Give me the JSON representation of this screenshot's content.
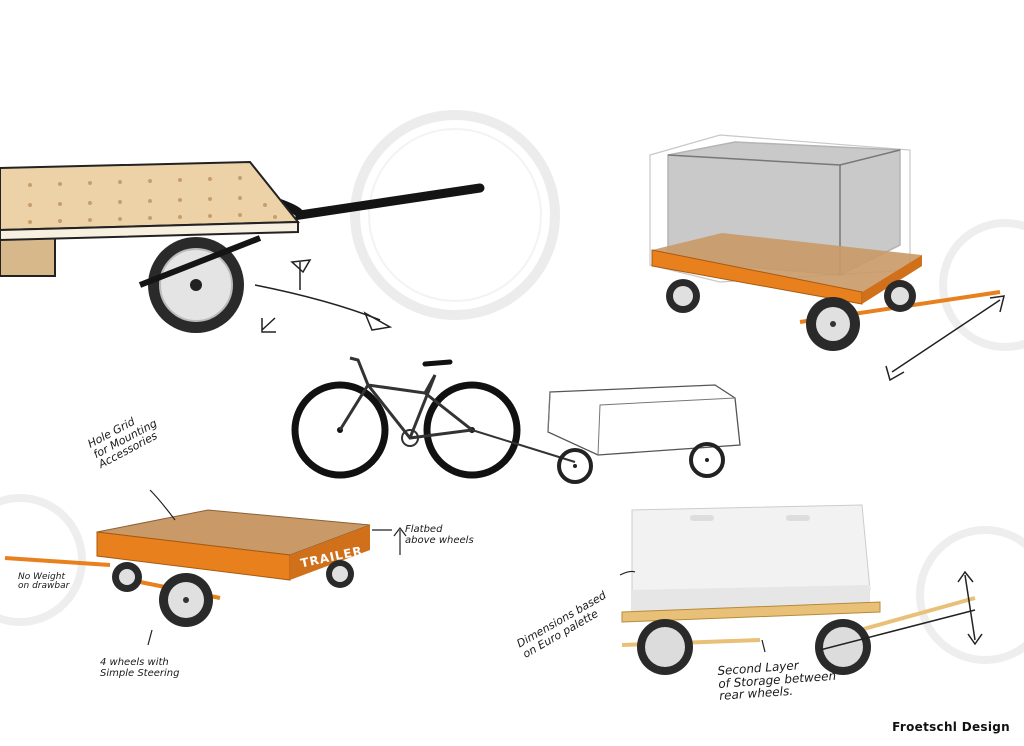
{
  "annotations": {
    "hole_grid": [
      "Hole Grid",
      "for Mounting",
      "Accessories"
    ],
    "flatbed": [
      "Flatbed",
      "above wheels"
    ],
    "no_weight": [
      "No Weight",
      "on drawbar"
    ],
    "four_wheels": [
      "4 wheels with",
      "Simple Steering"
    ],
    "dimensions": [
      "Dimensions based",
      "on Euro palette"
    ],
    "second_layer": [
      "Second Layer",
      "of Storage between",
      "rear wheels."
    ]
  },
  "trailer_label": "TRAILER",
  "brand": "Froetschl Design",
  "colors": {
    "orange": "#e8801e",
    "wood": "#e9c89a",
    "plywood": "#c99a68",
    "ink": "#1a1a1a",
    "tire": "#2a2a2a"
  }
}
